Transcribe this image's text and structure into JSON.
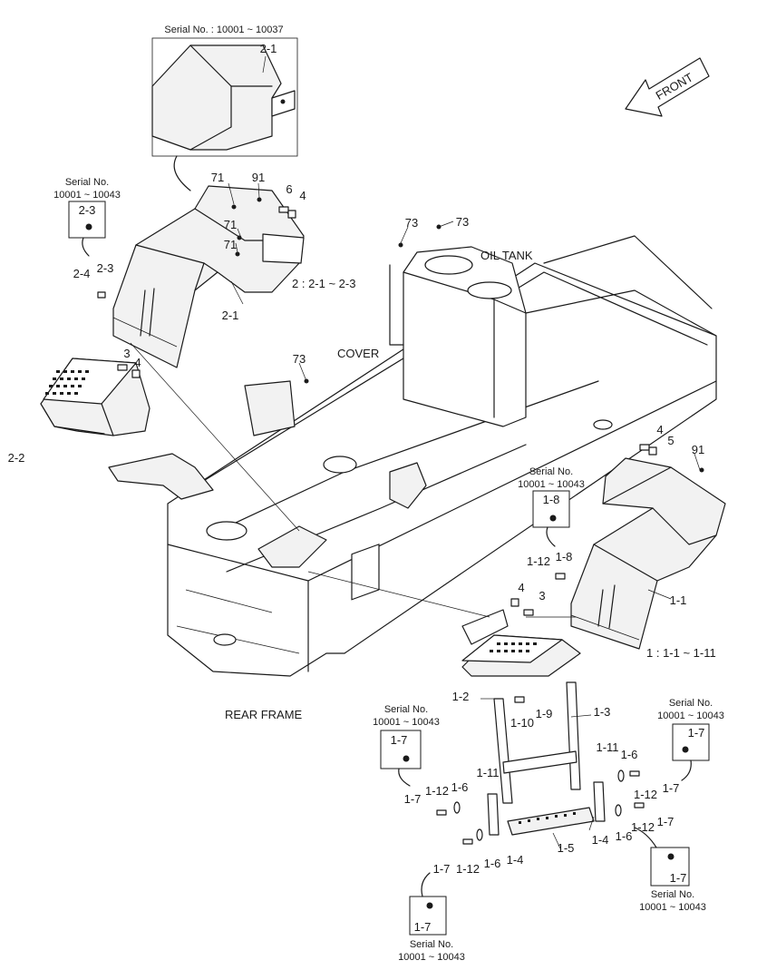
{
  "labels": {
    "front": "FRONT",
    "oil_tank": "OIL TANK",
    "cover": "COVER",
    "rear_frame": "REAR FRAME",
    "group2": "2 : 2-1 ~ 2-3",
    "group1": "1 : 1-1 ~ 1-11"
  },
  "inset": {
    "serial": "Serial No. : 10001 ~ 10037",
    "part": "2-1"
  },
  "serial_boxes": [
    {
      "line1": "Serial No.",
      "line2": "10001 ~ 10043",
      "part": "2-3"
    },
    {
      "line1": "Serial No.",
      "line2": "10001 ~ 10043",
      "part": "1-8"
    },
    {
      "line1": "Serial No.",
      "line2": "10001 ~ 10043",
      "part": "1-7"
    },
    {
      "line1": "Serial No.",
      "line2": "10001 ~ 10043",
      "part": "1-7"
    },
    {
      "line1": "Serial No.",
      "line2": "10001 ~ 10043",
      "part": "1-7"
    },
    {
      "line1": "Serial No.",
      "line2": "10001 ~ 10043",
      "part": "1-7"
    }
  ],
  "callouts": {
    "c71a": "71",
    "c91a": "91",
    "c71b": "71",
    "c71c": "71",
    "c6a": "6",
    "c4a": "4",
    "c73a": "73",
    "c73b": "73",
    "c73c": "73",
    "c24": "2-4",
    "c23": "2-3",
    "c21": "2-1",
    "c22": "2-2",
    "c3a": "3",
    "c4b": "4",
    "c4c": "4",
    "c5": "5",
    "c91b": "91",
    "c11": "1-1",
    "c112a": "1-12",
    "c18": "1-8",
    "c4d": "4",
    "c3b": "3",
    "c12": "1-2",
    "c13": "1-3",
    "c19": "1-9",
    "c110": "1-10",
    "c111a": "1-11",
    "c16a": "1-6",
    "c17a": "1-7",
    "c112b": "1-12",
    "c111b": "1-11",
    "c17b": "1-7",
    "c112c": "1-12",
    "c16b": "1-6",
    "c17c": "1-7",
    "c112d": "1-12",
    "c16c": "1-6",
    "c14a": "1-4",
    "c15": "1-5",
    "c14b": "1-4",
    "c16d": "1-6",
    "c112e": "1-12",
    "c17d": "1-7"
  }
}
